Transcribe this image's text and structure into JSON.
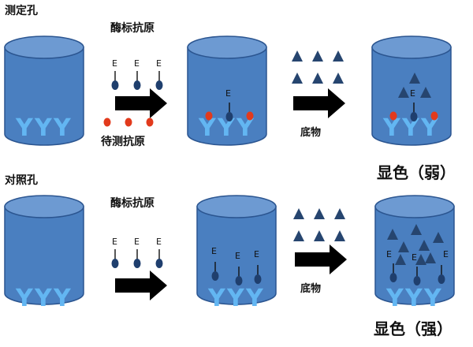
{
  "title_test_well": "测定孔",
  "title_control_well": "对照孔",
  "enzyme_antigen_top": "酶标抗原",
  "enzyme_antigen_bottom": "酶标抗原",
  "sample_antigen": "待测抗原",
  "substrate_top": "底物",
  "substrate_bottom": "底物",
  "result_weak": "显色（弱）",
  "result_strong": "显色（强）",
  "antibody_glyph": "Y",
  "enzyme_glyph": "E",
  "colors": {
    "cylinder": "#4a7fc0",
    "cylinder_top": "#6d9ad2",
    "cylinder_rim": "#2b5590",
    "antibody": "#63b6f2",
    "enzyme_antigen": "#1f3f6e",
    "sample_antigen": "#e23a1c",
    "substrate": "#26456f",
    "arrow": "#000000"
  }
}
